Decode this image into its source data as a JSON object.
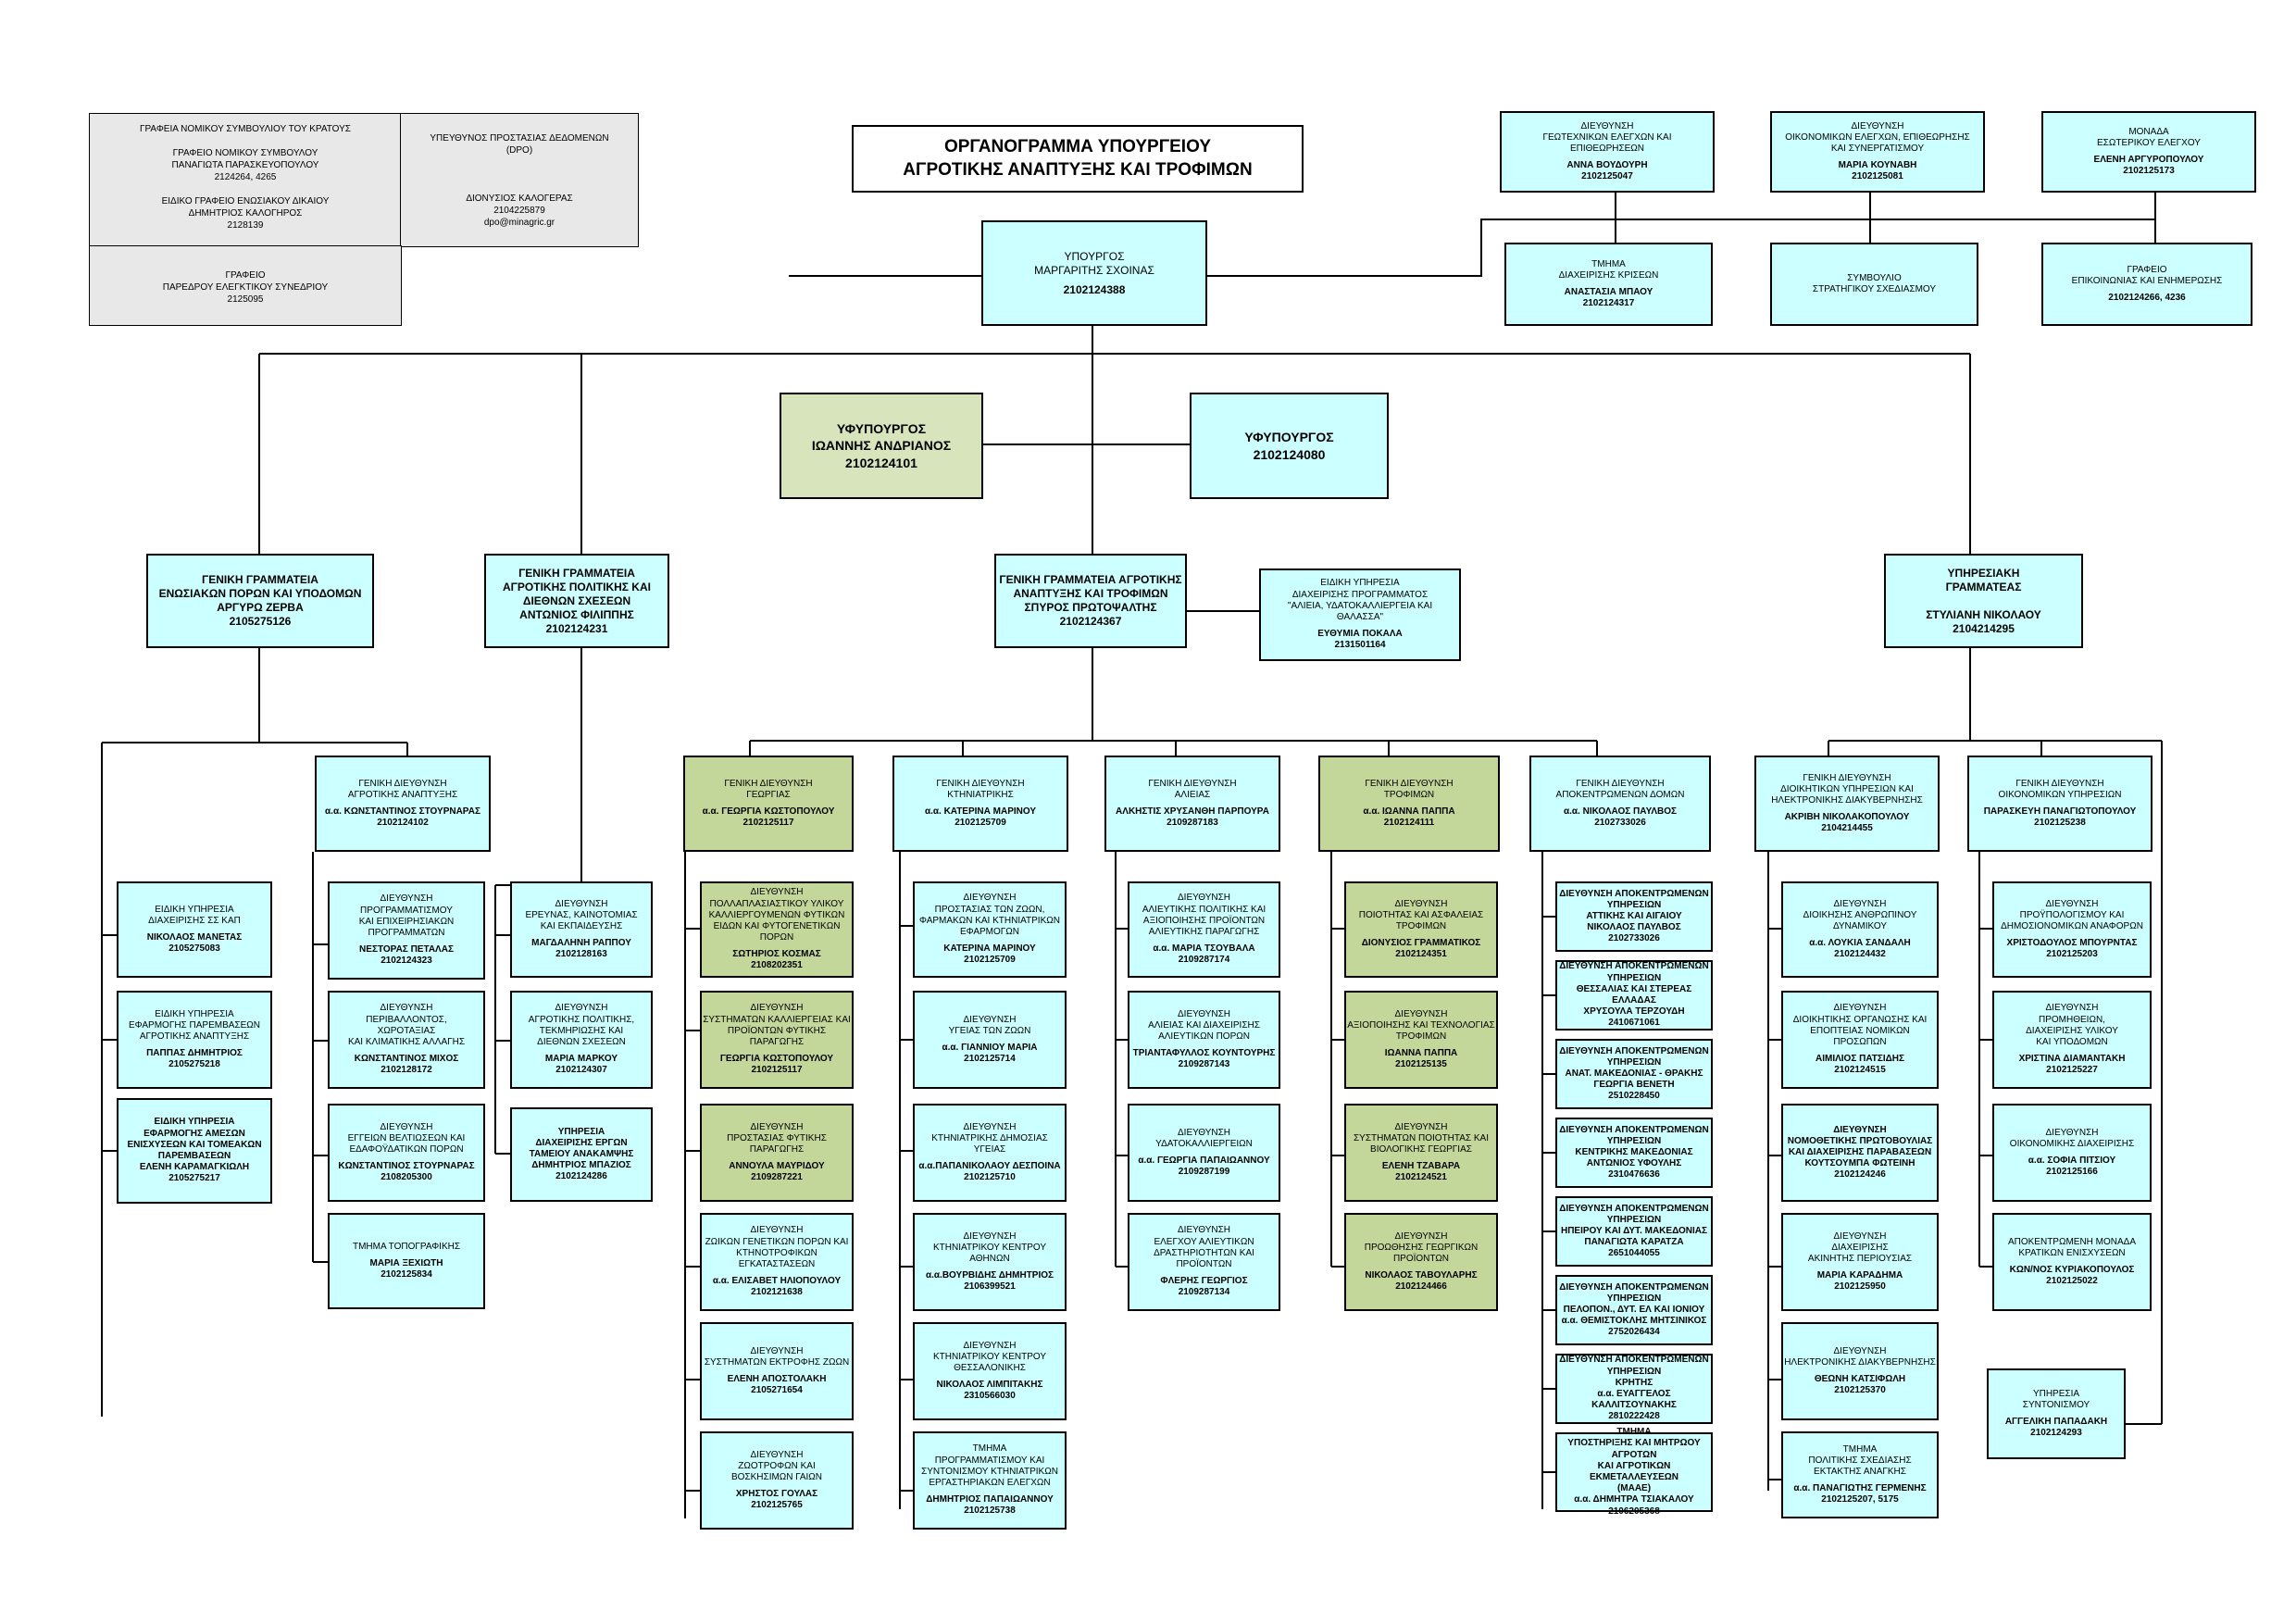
{
  "title": {
    "line1": "ΟΡΓΑΝΟΓΡΑΜΜΑ ΥΠΟΥΡΓΕΙΟΥ",
    "line2": "ΑΓΡΟΤΙΚΗΣ ΑΝΑΠΤΥΞΗΣ ΚΑΙ ΤΡΟΦΙΜΩΝ"
  },
  "info": {
    "legal": "ΓΡΑΦΕΙΑ ΝΟΜΙΚΟΥ ΣΥΜΒΟΥΛΙΟΥ ΤΟΥ ΚΡΑΤΟΥΣ\n\nΓΡΑΦΕΙΟ ΝΟΜΙΚΟΥ ΣΥΜΒΟΥΛΟΥ\nΠΑΝΑΓΙΩΤΑ ΠΑΡΑΣΚΕΥΟΠΟΥΛΟΥ\n2124264, 4265\n\nΕΙΔΙΚΟ ΓΡΑΦΕΙΟ ΕΝΩΣΙΑΚΟΥ ΔΙΚΑΙΟΥ\nΔΗΜΗΤΡΙΟΣ ΚΑΛΟΓΗΡΟΣ\n2128139",
    "dpo": "ΥΠΕΥΘΥΝΟΣ ΠΡΟΣΤΑΣΙΑΣ ΔΕΔΟΜΕΝΩΝ\n(DPO)\n\n\n\nΔΙΟΝΥΣΙΟΣ ΚΑΛΟΓΕΡΑΣ\n2104225879\ndpo@minagric.gr",
    "audit": "ΓΡΑΦΕΙΟ\nΠΑΡΕΔΡΟΥ ΕΛΕΓΚΤΙΚΟΥ ΣΥΝΕΔΡΙΟΥ\n2125095"
  },
  "top_right": {
    "geotech": {
      "t": "ΔΙΕΥΘΥΝΣΗ\nΓΕΩΤΕΧΝΙΚΩΝ ΕΛΕΓΧΩΝ ΚΑΙ\nΕΠΙΘΕΩΡΗΣΕΩΝ",
      "n": "ΑΝΝΑ ΒΟΥΔΟΥΡΗ\n2102125047"
    },
    "economic": {
      "t": "ΔΙΕΥΘΥΝΣΗ\nΟΙΚΟΝΟΜΙΚΩΝ ΕΛΕΓΧΩΝ, ΕΠΙΘΕΩΡΗΣΗΣ\nΚΑΙ ΣΥΝΕΡΓΑΤΙΣΜΟΥ",
      "n": "ΜΑΡΙΑ ΚΟΥΝΑΒΗ\n2102125081"
    },
    "internal": {
      "t": "ΜΟΝΑΔΑ\nΕΣΩΤΕΡΙΚΟΥ ΕΛΕΓΧΟΥ",
      "n": "ΕΛΕΝΗ ΑΡΓΥΡΟΠΟΥΛΟΥ\n2102125173"
    },
    "crisis": {
      "t": "ΤΜΗΜΑ\nΔΙΑΧΕΙΡΙΣΗΣ ΚΡΙΣΕΩΝ",
      "n": "ΑΝΑΣΤΑΣΙΑ ΜΠΑΟΥ\n2102124317"
    },
    "strategic": {
      "t": "ΣΥΜΒΟΥΛΙΟ\nΣΤΡΑΤΗΓΙΚΟΥ ΣΧΕΔΙΑΣΜΟΥ",
      "n": ""
    },
    "press": {
      "t": "ΓΡΑΦΕΙΟ\nΕΠΙΚΟΙΝΩΝΙΑΣ ΚΑΙ ΕΝΗΜΕΡΩΣΗΣ",
      "n": "2102124266, 4236"
    }
  },
  "minister": {
    "t": "ΥΠΟΥΡΓΟΣ\nΜΑΡΓΑΡΙΤΗΣ ΣΧΟΙΝΑΣ",
    "n": "2102124388"
  },
  "deputy1": {
    "t": "ΥΦΥΠΟΥΡΓΟΣ\nΙΩΑΝΝΗΣ ΑΝΔΡΙΑΝΟΣ\n2102124101"
  },
  "deputy2": {
    "t": "ΥΦΥΠΟΥΡΓΟΣ\n2102124080"
  },
  "secretariats": {
    "eu": {
      "t": "ΓΕΝΙΚΗ ΓΡΑΜΜΑΤΕΙΑ\nΕΝΩΣΙΑΚΩΝ ΠΟΡΩΝ ΚΑΙ ΥΠΟΔΟΜΩΝ\nΑΡΓΥΡΩ ΖΕΡΒΑ\n2105275126"
    },
    "policy": {
      "t": "ΓΕΝΙΚΗ ΓΡΑΜΜΑΤΕΙΑ\nΑΓΡΟΤΙΚΗΣ ΠΟΛΙΤΙΚΗΣ ΚΑΙ\nΔΙΕΘΝΩΝ ΣΧΕΣΕΩΝ\nΑΝΤΩΝΙΟΣ ΦΙΛΙΠΠΗΣ\n2102124231"
    },
    "agri": {
      "t": "ΓΕΝΙΚΗ ΓΡΑΜΜΑΤΕΙΑ ΑΓΡΟΤΙΚΗΣ\nΑΝΑΠΤΥΞΗΣ ΚΑΙ ΤΡΟΦΙΜΩΝ\nΣΠΥΡΟΣ ΠΡΩΤΟΨΑΛΤΗΣ\n2102124367"
    },
    "fisheries_special": {
      "t": "ΕΙΔΙΚΗ ΥΠΗΡΕΣΙΑ\nΔΙΑΧΕΙΡΙΣΗΣ ΠΡΟΓΡΑΜΜΑΤΟΣ\n\"ΑΛΙΕΙΑ, ΥΔΑΤΟΚΑΛΛΙΕΡΓΕΙΑ ΚΑΙ\nΘΑΛΑΣΣΑ\"",
      "n": "ΕΥΘΥΜΙΑ ΠΟΚΑΛΑ\n2131501164"
    },
    "service": {
      "t": "ΥΠΗΡΕΣΙΑΚΗ\nΓΡΑΜΜΑΤΕΑΣ\n\nΣΤΥΛΙΑΝΗ ΝΙΚΟΛΑΟΥ\n2104214295"
    }
  },
  "gen_dirs": {
    "rural": {
      "t": "ΓΕΝΙΚΗ ΔΙΕΥΘΥΝΣΗ\nΑΓΡΟΤΙΚΗΣ ΑΝΑΠΤΥΞΗΣ",
      "n": "α.α. ΚΩΝΣΤΑΝΤΙΝΟΣ ΣΤΟΥΡΝΑΡΑΣ\n2102124102"
    },
    "farming": {
      "t": "ΓΕΝΙΚΗ ΔΙΕΥΘΥΝΣΗ\nΓΕΩΡΓΙΑΣ",
      "n": "α.α. ΓΕΩΡΓΙΑ ΚΩΣΤΟΠΟΥΛΟΥ\n2102125117"
    },
    "vet": {
      "t": "ΓΕΝΙΚΗ ΔΙΕΥΘΥΝΣΗ\nΚΤΗΝΙΑΤΡΙΚΗΣ",
      "n": "α.α. ΚΑΤΕΡΙΝΑ ΜΑΡΙΝΟΥ\n2102125709"
    },
    "fish": {
      "t": "ΓΕΝΙΚΗ ΔΙΕΥΘΥΝΣΗ\nΑΛΙΕΙΑΣ",
      "n": "ΑΛΚΗΣΤΙΣ ΧΡΥΣΑΝΘΗ ΠΑΡΠΟΥΡΑ\n2109287183"
    },
    "food": {
      "t": "ΓΕΝΙΚΗ ΔΙΕΥΘΥΝΣΗ\nΤΡΟΦΙΜΩΝ",
      "n": "α.α. ΙΩΑΝΝΑ ΠΑΠΠΑ\n2102124111"
    },
    "decentral": {
      "t": "ΓΕΝΙΚΗ ΔΙΕΥΘΥΝΣΗ\nΑΠΟΚΕΝΤΡΩΜΕΝΩΝ ΔΟΜΩΝ",
      "n": "α.α. ΝΙΚΟΛΑΟΣ ΠΑΥΛΒΟΣ\n2102733026"
    },
    "admin": {
      "t": "ΓΕΝΙΚΗ ΔΙΕΥΘΥΝΣΗ\nΔΙΟΙΚΗΤΙΚΩΝ ΥΠΗΡΕΣΙΩΝ ΚΑΙ\nΗΛΕΚΤΡΟΝΙΚΗΣ ΔΙΑΚΥΒΕΡΝΗΣΗΣ",
      "n": "ΑΚΡΙΒΗ ΝΙΚΟΛΑΚΟΠΟΥΛΟΥ\n2104214455"
    },
    "finance": {
      "t": "ΓΕΝΙΚΗ ΔΙΕΥΘΥΝΣΗ\nΟΙΚΟΝΟΜΙΚΩΝ ΥΠΗΡΕΣΙΩΝ",
      "n": "ΠΑΡΑΣΚΕΥΗ ΠΑΝΑΓΙΩΤΟΠΟΥΛΟΥ\n2102125238"
    }
  },
  "eu_units": [
    {
      "t": "ΕΙΔΙΚΗ ΥΠΗΡΕΣΙΑ\nΔΙΑΧΕΙΡΙΣΗΣ ΣΣ ΚΑΠ",
      "n": "ΝΙΚΟΛΑΟΣ ΜΑΝΕΤΑΣ\n2105275083"
    },
    {
      "t": "ΕΙΔΙΚΗ ΥΠΗΡΕΣΙΑ\nΕΦΑΡΜΟΓΗΣ ΠΑΡΕΜΒΑΣΕΩΝ\nΑΓΡΟΤΙΚΗΣ ΑΝΑΠΤΥΞΗΣ",
      "n": "ΠΑΠΠΑΣ ΔΗΜΗΤΡΙΟΣ\n2105275218"
    },
    {
      "t": "ΕΙΔΙΚΗ ΥΠΗΡΕΣΙΑ\nΕΦΑΡΜΟΓΗΣ ΑΜΕΣΩΝ\nΕΝΙΣΧΥΣΕΩΝ ΚΑΙ ΤΟΜΕΑΚΩΝ\nΠΑΡΕΜΒΑΣΕΩΝ\nΕΛΕΝΗ ΚΑΡΑΜΑΓΚΙΩΛΗ\n2105275217",
      "n": ""
    }
  ],
  "rural_units": [
    {
      "t": "ΔΙΕΥΘΥΝΣΗ\nΠΡΟΓΡΑΜΜΑΤΙΣΜΟΥ\nΚΑΙ ΕΠΙΧΕΙΡΗΣΙΑΚΩΝ\nΠΡΟΓΡΑΜΜΑΤΩΝ",
      "n": "ΝΕΣΤΟΡΑΣ ΠΕΤΑΛΑΣ\n2102124323"
    },
    {
      "t": "ΔΙΕΥΘΥΝΣΗ\nΠΕΡΙΒΑΛΛΟΝΤΟΣ,\nΧΩΡΟΤΑΞΙΑΣ\nΚΑΙ ΚΛΙΜΑΤΙΚΗΣ ΑΛΛΑΓΗΣ",
      "n": "ΚΩΝΣΤΑΝΤΙΝΟΣ ΜΙΧΟΣ\n2102128172"
    },
    {
      "t": "ΔΙΕΥΘΥΝΣΗ\nΕΓΓΕΙΩΝ ΒΕΛΤΙΩΣΕΩΝ ΚΑΙ\nΕΔΑΦΟΫΔΑΤΙΚΩΝ ΠΟΡΩΝ",
      "n": "ΚΩΝΣΤΑΝΤΙΝΟΣ ΣΤΟΥΡΝΑΡΑΣ\n2108205300"
    },
    {
      "t": "ΤΜΗΜΑ ΤΟΠΟΓΡΑΦΙΚΗΣ",
      "n": "ΜΑΡΙΑ ΞΕΧΙΩΤΗ\n2102125834"
    }
  ],
  "policy_units": [
    {
      "t": "ΔΙΕΥΘΥΝΣΗ\nΕΡΕΥΝΑΣ, ΚΑΙΝΟΤΟΜΙΑΣ\nΚΑΙ ΕΚΠΑΙΔΕΥΣΗΣ",
      "n": "ΜΑΓΔΑΛΗΝΗ ΡΑΠΠΟΥ\n2102128163"
    },
    {
      "t": "ΔΙΕΥΘΥΝΣΗ\nΑΓΡΟΤΙΚΗΣ ΠΟΛΙΤΙΚΗΣ,\nΤΕΚΜΗΡΙΩΣΗΣ ΚΑΙ\nΔΙΕΘΝΩΝ ΣΧΕΣΕΩΝ",
      "n": "ΜΑΡΙΑ ΜΑΡΚΟΥ\n2102124307"
    },
    {
      "t": "ΥΠΗΡΕΣΙΑ\nΔΙΑΧΕΙΡΙΣΗΣ ΕΡΓΩΝ\nΤΑΜΕΙΟΥ ΑΝΑΚΑΜΨΗΣ\nΔΗΜΗΤΡΙΟΣ ΜΠΑΖΙΟΣ\n2102124286",
      "n": ""
    }
  ],
  "farming_units": [
    {
      "t": "ΔΙΕΥΘΥΝΣΗ\nΠΟΛΛΑΠΛΑΣΙΑΣΤΙΚΟΥ ΥΛΙΚΟΥ\nΚΑΛΛΙΕΡΓΟΥΜΕΝΩΝ ΦΥΤΙΚΩΝ\nΕΙΔΩΝ ΚΑΙ ΦΥΤΟΓΕΝΕΤΙΚΩΝ\nΠΟΡΩΝ",
      "n": "ΣΩΤΗΡΙΟΣ ΚΟΣΜΑΣ\n2108202351"
    },
    {
      "t": "ΔΙΕΥΘΥΝΣΗ\nΣΥΣΤΗΜΑΤΩΝ ΚΑΛΛΙΕΡΓΕΙΑΣ ΚΑΙ\nΠΡΟΪΟΝΤΩΝ ΦΥΤΙΚΗΣ ΠΑΡΑΓΩΓΗΣ",
      "n": "ΓΕΩΡΓΙΑ ΚΩΣΤΟΠΟΥΛΟΥ\n2102125117"
    },
    {
      "t": "ΔΙΕΥΘΥΝΣΗ\nΠΡΟΣΤΑΣΙΑΣ ΦΥΤΙΚΗΣ\nΠΑΡΑΓΩΓΗΣ",
      "n": "ΑΝΝΟΥΛΑ ΜΑΥΡΙΔΟΥ\n2109287221"
    },
    {
      "t": "ΔΙΕΥΘΥΝΣΗ\nΖΩΙΚΩΝ ΓΕΝΕΤΙΚΩΝ ΠΟΡΩΝ ΚΑΙ\nΚΤΗΝΟΤΡΟΦΙΚΩΝ\nΕΓΚΑΤΑΣΤΑΣΕΩΝ",
      "n": "α.α. ΕΛΙΣΑΒΕΤ ΗΛΙΟΠΟΥΛΟΥ\n2102121638"
    },
    {
      "t": "ΔΙΕΥΘΥΝΣΗ\nΣΥΣΤΗΜΑΤΩΝ ΕΚΤΡΟΦΗΣ ΖΩΩΝ",
      "n": "ΕΛΕΝΗ ΑΠΟΣΤΟΛΑΚΗ\n2105271654"
    },
    {
      "t": "ΔΙΕΥΘΥΝΣΗ\nΖΩΟΤΡΟΦΩΝ ΚΑΙ\nΒΟΣΚΗΣΙΜΩΝ ΓΑΙΩΝ",
      "n": "ΧΡΗΣΤΟΣ ΓΟΥΛΑΣ\n2102125765"
    }
  ],
  "vet_units": [
    {
      "t": "ΔΙΕΥΘΥΝΣΗ\nΠΡΟΣΤΑΣΙΑΣ ΤΩΝ ΖΩΩΝ,\nΦΑΡΜΑΚΩΝ ΚΑΙ ΚΤΗΝΙΑΤΡΙΚΩΝ\nΕΦΑΡΜΟΓΩΝ",
      "n": "ΚΑΤΕΡΙΝΑ ΜΑΡΙΝΟΥ\n2102125709"
    },
    {
      "t": "ΔΙΕΥΘΥΝΣΗ\nΥΓΕΙΑΣ ΤΩΝ ΖΩΩΝ",
      "n": "α.α. ΓΙΑΝΝΙΟΥ ΜΑΡΙΑ\n2102125714"
    },
    {
      "t": "ΔΙΕΥΘΥΝΣΗ\nΚΤΗΝΙΑΤΡΙΚΗΣ ΔΗΜΟΣΙΑΣ ΥΓΕΙΑΣ",
      "n": "α.α.ΠΑΠΑΝΙΚΟΛΑΟΥ ΔΕΣΠΟΙΝΑ\n2102125710"
    },
    {
      "t": "ΔΙΕΥΘΥΝΣΗ\nΚΤΗΝΙΑΤΡΙΚΟΥ ΚΕΝΤΡΟΥ\nΑΘΗΝΩΝ",
      "n": "α.α.ΒΟΥΡΒΙΔΗΣ ΔΗΜΗΤΡΙΟΣ\n2106399521"
    },
    {
      "t": "ΔΙΕΥΘΥΝΣΗ\nΚΤΗΝΙΑΤΡΙΚΟΥ ΚΕΝΤΡΟΥ\nΘΕΣΣΑΛΟΝΙΚΗΣ",
      "n": "ΝΙΚΟΛΑΟΣ ΛΙΜΠΙΤΑΚΗΣ\n2310566030"
    },
    {
      "t": "ΤΜΗΜΑ\nΠΡΟΓΡΑΜΜΑΤΙΣΜΟΥ ΚΑΙ\nΣΥΝΤΟΝΙΣΜΟΥ ΚΤΗΝΙΑΤΡΙΚΩΝ\nΕΡΓΑΣΤΗΡΙΑΚΩΝ ΕΛΕΓΧΩΝ",
      "n": "ΔΗΜΗΤΡΙΟΣ ΠΑΠΑΙΩΑΝΝΟΥ\n2102125738"
    }
  ],
  "fish_units": [
    {
      "t": "ΔΙΕΥΘΥΝΣΗ\nΑΛΙΕΥΤΙΚΗΣ ΠΟΛΙΤΙΚΗΣ ΚΑΙ\nΑΞΙΟΠΟΙΗΣΗΣ ΠΡΟΪΟΝΤΩΝ\nΑΛΙΕΥΤΙΚΗΣ ΠΑΡΑΓΩΓΗΣ",
      "n": "α.α. ΜΑΡΙΑ ΤΣΟΥΒΑΛΑ\n2109287174"
    },
    {
      "t": "ΔΙΕΥΘΥΝΣΗ\nΑΛΙΕΙΑΣ ΚΑΙ ΔΙΑΧΕΙΡΙΣΗΣ\nΑΛΙΕΥΤΙΚΩΝ ΠΟΡΩΝ",
      "n": "ΤΡΙΑΝΤΑΦΥΛΛΟΣ ΚΟΥΝΤΟΥΡΗΣ\n2109287143"
    },
    {
      "t": "ΔΙΕΥΘΥΝΣΗ\nΥΔΑΤΟΚΑΛΛΙΕΡΓΕΙΩΝ",
      "n": "α.α. ΓΕΩΡΓΙΑ ΠΑΠΑΙΩΑΝΝΟΥ\n2109287199"
    },
    {
      "t": "ΔΙΕΥΘΥΝΣΗ\nΕΛΕΓΧΟΥ ΑΛΙΕΥΤΙΚΩΝ\nΔΡΑΣΤΗΡΙΟΤΗΤΩΝ ΚΑΙ\nΠΡΟΪΟΝΤΩΝ",
      "n": "ΦΛΕΡΗΣ ΓΕΩΡΓΙΟΣ\n2109287134"
    }
  ],
  "food_units": [
    {
      "t": "ΔΙΕΥΘΥΝΣΗ\nΠΟΙΟΤΗΤΑΣ ΚΑΙ ΑΣΦΑΛΕΙΑΣ\nΤΡΟΦΙΜΩΝ",
      "n": "ΔΙΟΝΥΣΙΟΣ ΓΡΑΜΜΑΤΙΚΟΣ\n2102124351"
    },
    {
      "t": "ΔΙΕΥΘΥΝΣΗ\nΑΞΙΟΠΟΙΗΣΗΣ ΚΑΙ ΤΕΧΝΟΛΟΓΙΑΣ\nΤΡΟΦΙΜΩΝ",
      "n": "ΙΩΑΝΝΑ ΠΑΠΠΑ\n2102125135"
    },
    {
      "t": "ΔΙΕΥΘΥΝΣΗ\nΣΥΣΤΗΜΑΤΩΝ ΠΟΙΟΤΗΤΑΣ ΚΑΙ\nΒΙΟΛΟΓΙΚΗΣ ΓΕΩΡΓΙΑΣ",
      "n": "ΕΛΕΝΗ ΤΖΑΒΑΡΑ\n2102124521"
    },
    {
      "t": "ΔΙΕΥΘΥΝΣΗ\nΠΡΟΩΘΗΣΗΣ ΓΕΩΡΓΙΚΩΝ\nΠΡΟΪΟΝΤΩΝ",
      "n": "ΝΙΚΟΛΑΟΣ ΤΑΒΟΥΛΑΡΗΣ\n2102124466"
    }
  ],
  "decentral_units": [
    {
      "t": "ΔΙΕΥΘΥΝΣΗ ΑΠΟΚΕΝΤΡΩΜΕΝΩΝ\nΥΠΗΡΕΣΙΩΝ\nΑΤΤΙΚΗΣ ΚΑΙ ΑΙΓΑΙΟΥ\nΝΙΚΟΛΑΟΣ ΠΑΥΛΒΟΣ\n2102733026",
      "n": ""
    },
    {
      "t": "ΔΙΕΥΘΥΝΣΗ ΑΠΟΚΕΝΤΡΩΜΕΝΩΝ\nΥΠΗΡΕΣΙΩΝ\nΘΕΣΣΑΛΙΑΣ ΚΑΙ ΣΤΕΡΕΑΣ ΕΛΛΑΔΑΣ\nΧΡΥΣΟΥΛΑ ΤΕΡΖΟΥΔΗ\n2410671061",
      "n": ""
    },
    {
      "t": "ΔΙΕΥΘΥΝΣΗ ΑΠΟΚΕΝΤΡΩΜΕΝΩΝ\nΥΠΗΡΕΣΙΩΝ\nΑΝΑΤ. ΜΑΚΕΔΟΝΙΑΣ - ΘΡΑΚΗΣ\nΓΕΩΡΓΙΑ ΒΕΝΕΤΗ\n2510228450",
      "n": ""
    },
    {
      "t": "ΔΙΕΥΘΥΝΣΗ ΑΠΟΚΕΝΤΡΩΜΕΝΩΝ\nΥΠΗΡΕΣΙΩΝ\nΚΕΝΤΡΙΚΗΣ ΜΑΚΕΔΟΝΙΑΣ\nΑΝΤΩΝΙΟΣ ΥΦΟΥΛΗΣ\n2310476636",
      "n": ""
    },
    {
      "t": "ΔΙΕΥΘΥΝΣΗ ΑΠΟΚΕΝΤΡΩΜΕΝΩΝ\nΥΠΗΡΕΣΙΩΝ\nΗΠΕΙΡΟΥ ΚΑΙ ΔΥΤ. ΜΑΚΕΔΟΝΙΑΣ\nΠΑΝΑΓΙΩΤΑ ΚΑΡΑΤΖΑ\n2651044055",
      "n": ""
    },
    {
      "t": "ΔΙΕΥΘΥΝΣΗ ΑΠΟΚΕΝΤΡΩΜΕΝΩΝ\nΥΠΗΡΕΣΙΩΝ\nΠΕΛΟΠΟΝ., ΔΥΤ. ΕΛ ΚΑΙ ΙΟΝΙΟΥ\nα.α. ΘΕΜΙΣΤΟΚΛΗΣ ΜΗΤΣΙΝΙΚΟΣ\n2752026434",
      "n": ""
    },
    {
      "t": "ΔΙΕΥΘΥΝΣΗ ΑΠΟΚΕΝΤΡΩΜΕΝΩΝ\nΥΠΗΡΕΣΙΩΝ\nΚΡΗΤΗΣ\nα.α. ΕΥΑΓΓΕΛΟΣ ΚΑΛΛΙΤΣΟΥΝΑΚΗΣ\n2810222428",
      "n": ""
    },
    {
      "t": "ΤΜΗΜΑ\nΥΠΟΣΤΗΡΙΞΗΣ ΚΑΙ ΜΗΤΡΩΟΥ ΑΓΡΟΤΩΝ\nΚΑΙ ΑΓΡΟΤΙΚΩΝ ΕΚΜΕΤΑΛΛΕΥΣΕΩΝ\n(ΜΑΑΕ)\nα.α. ΔΗΜΗΤΡΑ ΤΣΙΑΚΑΛΟΥ\n2106205368",
      "n": ""
    }
  ],
  "admin_units": [
    {
      "t": "ΔΙΕΥΘΥΝΣΗ\nΔΙΟΙΚΗΣΗΣ ΑΝΘΡΩΠΙΝΟΥ\nΔΥΝΑΜΙΚΟΥ",
      "n": "α.α. ΛΟΥΚΙΑ ΣΑΝΔΑΛΗ\n2102124432"
    },
    {
      "t": "ΔΙΕΥΘΥΝΣΗ\nΔΙΟΙΚΗΤΙΚΗΣ ΟΡΓΑΝΩΣΗΣ ΚΑΙ\nΕΠΟΠΤΕΙΑΣ ΝΟΜΙΚΩΝ ΠΡΟΣΩΠΩΝ",
      "n": "ΑΙΜΙΛΙΟΣ ΠΑΤΣΙΔΗΣ\n2102124515"
    },
    {
      "t": "ΔΙΕΥΘΥΝΣΗ\nΝΟΜΟΘΕΤΙΚΗΣ ΠΡΩΤΟΒΟΥΛΙΑΣ\nΚΑΙ ΔΙΑΧΕΙΡΙΣΗΣ ΠΑΡΑΒΑΣΕΩΝ\nΚΟΥΤΣΟΥΜΠΑ ΦΩΤΕΙΝΗ\n2102124246",
      "n": ""
    },
    {
      "t": "ΔΙΕΥΘΥΝΣΗ\nΔΙΑΧΕΙΡΙΣΗΣ\nΑΚΙΝΗΤΗΣ ΠΕΡΙΟΥΣΙΑΣ",
      "n": "ΜΑΡΙΑ ΚΑΡΑΔΗΜΑ\n2102125950"
    },
    {
      "t": "ΔΙΕΥΘΥΝΣΗ\nΗΛΕΚΤΡΟΝΙΚΗΣ ΔΙΑΚΥΒΕΡΝΗΣΗΣ",
      "n": "ΘΕΩΝΗ ΚΑΤΣΙΦΩΛΗ\n2102125370"
    },
    {
      "t": "ΤΜΗΜΑ\nΠΟΛΙΤΙΚΗΣ ΣΧΕΔΙΑΣΗΣ\nΕΚΤΑΚΤΗΣ ΑΝΑΓΚΗΣ",
      "n": "α.α. ΠΑΝΑΓΙΩΤΗΣ ΓΕΡΜΕΝΗΣ\n2102125207, 5175"
    }
  ],
  "finance_units": [
    {
      "t": "ΔΙΕΥΘΥΝΣΗ\nΠΡΟΫΠΟΛΟΓΙΣΜΟΥ ΚΑΙ\nΔΗΜΟΣΙΟΝΟΜΙΚΩΝ ΑΝΑΦΟΡΩΝ",
      "n": "ΧΡΙΣΤΟΔΟΥΛΟΣ ΜΠΟΥΡΝΤΑΣ\n2102125203"
    },
    {
      "t": "ΔΙΕΥΘΥΝΣΗ\nΠΡΟΜΗΘΕΙΩΝ,\nΔΙΑΧΕΙΡΙΣΗΣ ΥΛΙΚΟΥ\nΚΑΙ ΥΠΟΔΟΜΩΝ",
      "n": "ΧΡΙΣΤΙΝΑ ΔΙΑΜΑΝΤΑΚΗ\n2102125227"
    },
    {
      "t": "ΔΙΕΥΘΥΝΣΗ\nΟΙΚΟΝΟΜΙΚΗΣ ΔΙΑΧΕΙΡΙΣΗΣ",
      "n": "α.α. ΣΟΦΙΑ ΠΙΤΣΙΟΥ\n2102125166"
    },
    {
      "t": "ΑΠΟΚΕΝΤΡΩΜΕΝΗ ΜΟΝΑΔΑ\nΚΡΑΤΙΚΩΝ ΕΝΙΣΧΥΣΕΩΝ",
      "n": "ΚΩΝ/ΝΟΣ ΚΥΡΙΑΚΟΠΟΥΛΟΣ\n2102125022"
    },
    {
      "t": "ΥΠΗΡΕΣΙΑ\nΣΥΝΤΟΝΙΣΜΟΥ",
      "n": "ΑΓΓΕΛΙΚΗ ΠΑΠΑΔΑΚΗ\n2102124293"
    }
  ],
  "colors": {
    "cyan": "#ccffff",
    "olive": "#c4d79b",
    "olive_light": "#d8e4bc",
    "grey": "#e8e8e8"
  }
}
